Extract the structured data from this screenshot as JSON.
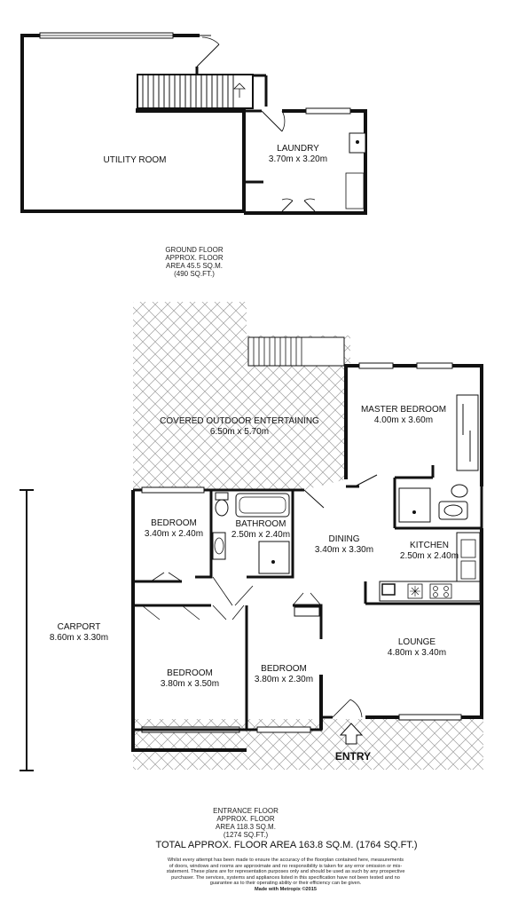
{
  "rooms": {
    "utility": {
      "name": "UTILITY ROOM",
      "dims": ""
    },
    "laundry": {
      "name": "LAUNDRY",
      "dims": "3.70m x 3.20m"
    },
    "outdoor": {
      "name": "COVERED OUTDOOR ENTERTAINING",
      "dims": "6.50m x 5.70m"
    },
    "master": {
      "name": "MASTER BEDROOM",
      "dims": "4.00m x 3.60m"
    },
    "bedroom_a": {
      "name": "BEDROOM",
      "dims": "3.40m x 2.40m"
    },
    "bathroom": {
      "name": "BATHROOM",
      "dims": "2.50m x 2.40m"
    },
    "dining": {
      "name": "DINING",
      "dims": "3.40m x 3.30m"
    },
    "kitchen": {
      "name": "KITCHEN",
      "dims": "2.50m x 2.40m"
    },
    "carport": {
      "name": "CARPORT",
      "dims": "8.60m x 3.30m"
    },
    "bedroom_b": {
      "name": "BEDROOM",
      "dims": "3.80m x 3.50m"
    },
    "bedroom_c": {
      "name": "BEDROOM",
      "dims": "3.80m x 2.30m"
    },
    "lounge": {
      "name": "LOUNGE",
      "dims": "4.80m x 3.40m"
    }
  },
  "entry_label": "ENTRY",
  "ground_floor": {
    "lines": [
      "GROUND FLOOR",
      "APPROX. FLOOR",
      "AREA 45.5 SQ.M.",
      "(490 SQ.FT.)"
    ]
  },
  "entrance_floor": {
    "lines": [
      "ENTRANCE FLOOR",
      "APPROX. FLOOR",
      "AREA 118.3 SQ.M.",
      "(1274 SQ.FT.)"
    ]
  },
  "total_area": "TOTAL APPROX. FLOOR AREA 163.8 SQ.M. (1764 SQ.FT.)",
  "disclaimer": "Whilst every attempt has been made to ensure the accuracy of the floorplan contained here, measurements of doors, windows and rooms are approximate and no responsibility is taken for any error omission or mis-statement. These plans are for representation purposes only and should be used as such by any prospective purchaser. The services, systems and appliances listed in this specification have not been tested and no guarantee as to their operating ability or their efficiency can be given.",
  "credit": "Made with Metropix ©2015",
  "colors": {
    "wall": "#111111",
    "hatch": "#9a9a9a",
    "background": "#ffffff"
  }
}
